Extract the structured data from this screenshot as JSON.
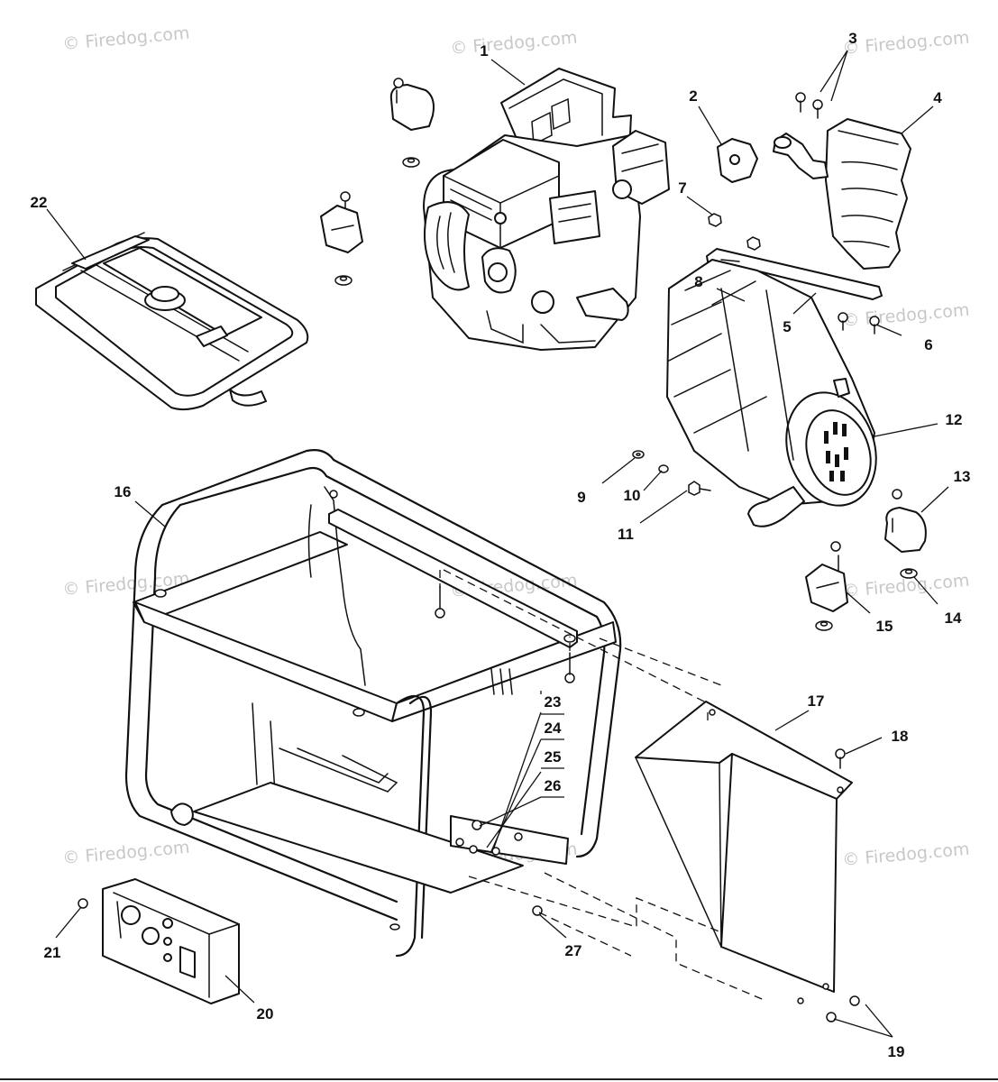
{
  "diagram": {
    "watermark_text": "© Firedog.com",
    "callouts": {
      "c1": "1",
      "c2": "2",
      "c3": "3",
      "c4": "4",
      "c5": "5",
      "c6": "6",
      "c7": "7",
      "c8": "8",
      "c9": "9",
      "c10": "10",
      "c11": "11",
      "c12": "12",
      "c13": "13",
      "c14": "14",
      "c15": "15",
      "c16": "16",
      "c17": "17",
      "c18": "18",
      "c19": "19",
      "c20": "20",
      "c21": "21",
      "c22": "22",
      "c23": "23",
      "c24": "24",
      "c25": "25",
      "c26": "26",
      "c27": "27"
    }
  }
}
